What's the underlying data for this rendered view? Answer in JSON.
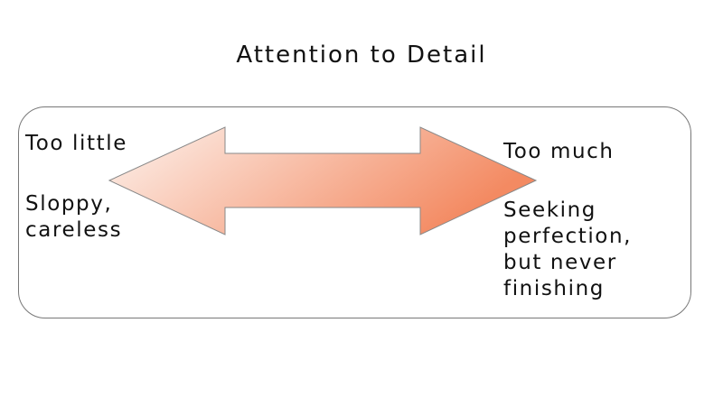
{
  "title": "Attention to Detail",
  "left": {
    "heading": "Too little",
    "description_line1": "Sloppy,",
    "description_line2": "careless"
  },
  "right": {
    "heading": "Too much",
    "description_line1": "Seeking",
    "description_line2": "perfection,",
    "description_line3": "but never",
    "description_line4": "finishing"
  },
  "colors": {
    "arrow_start": "#fdf0ea",
    "arrow_end": "#f38a62",
    "border": "#777777"
  }
}
